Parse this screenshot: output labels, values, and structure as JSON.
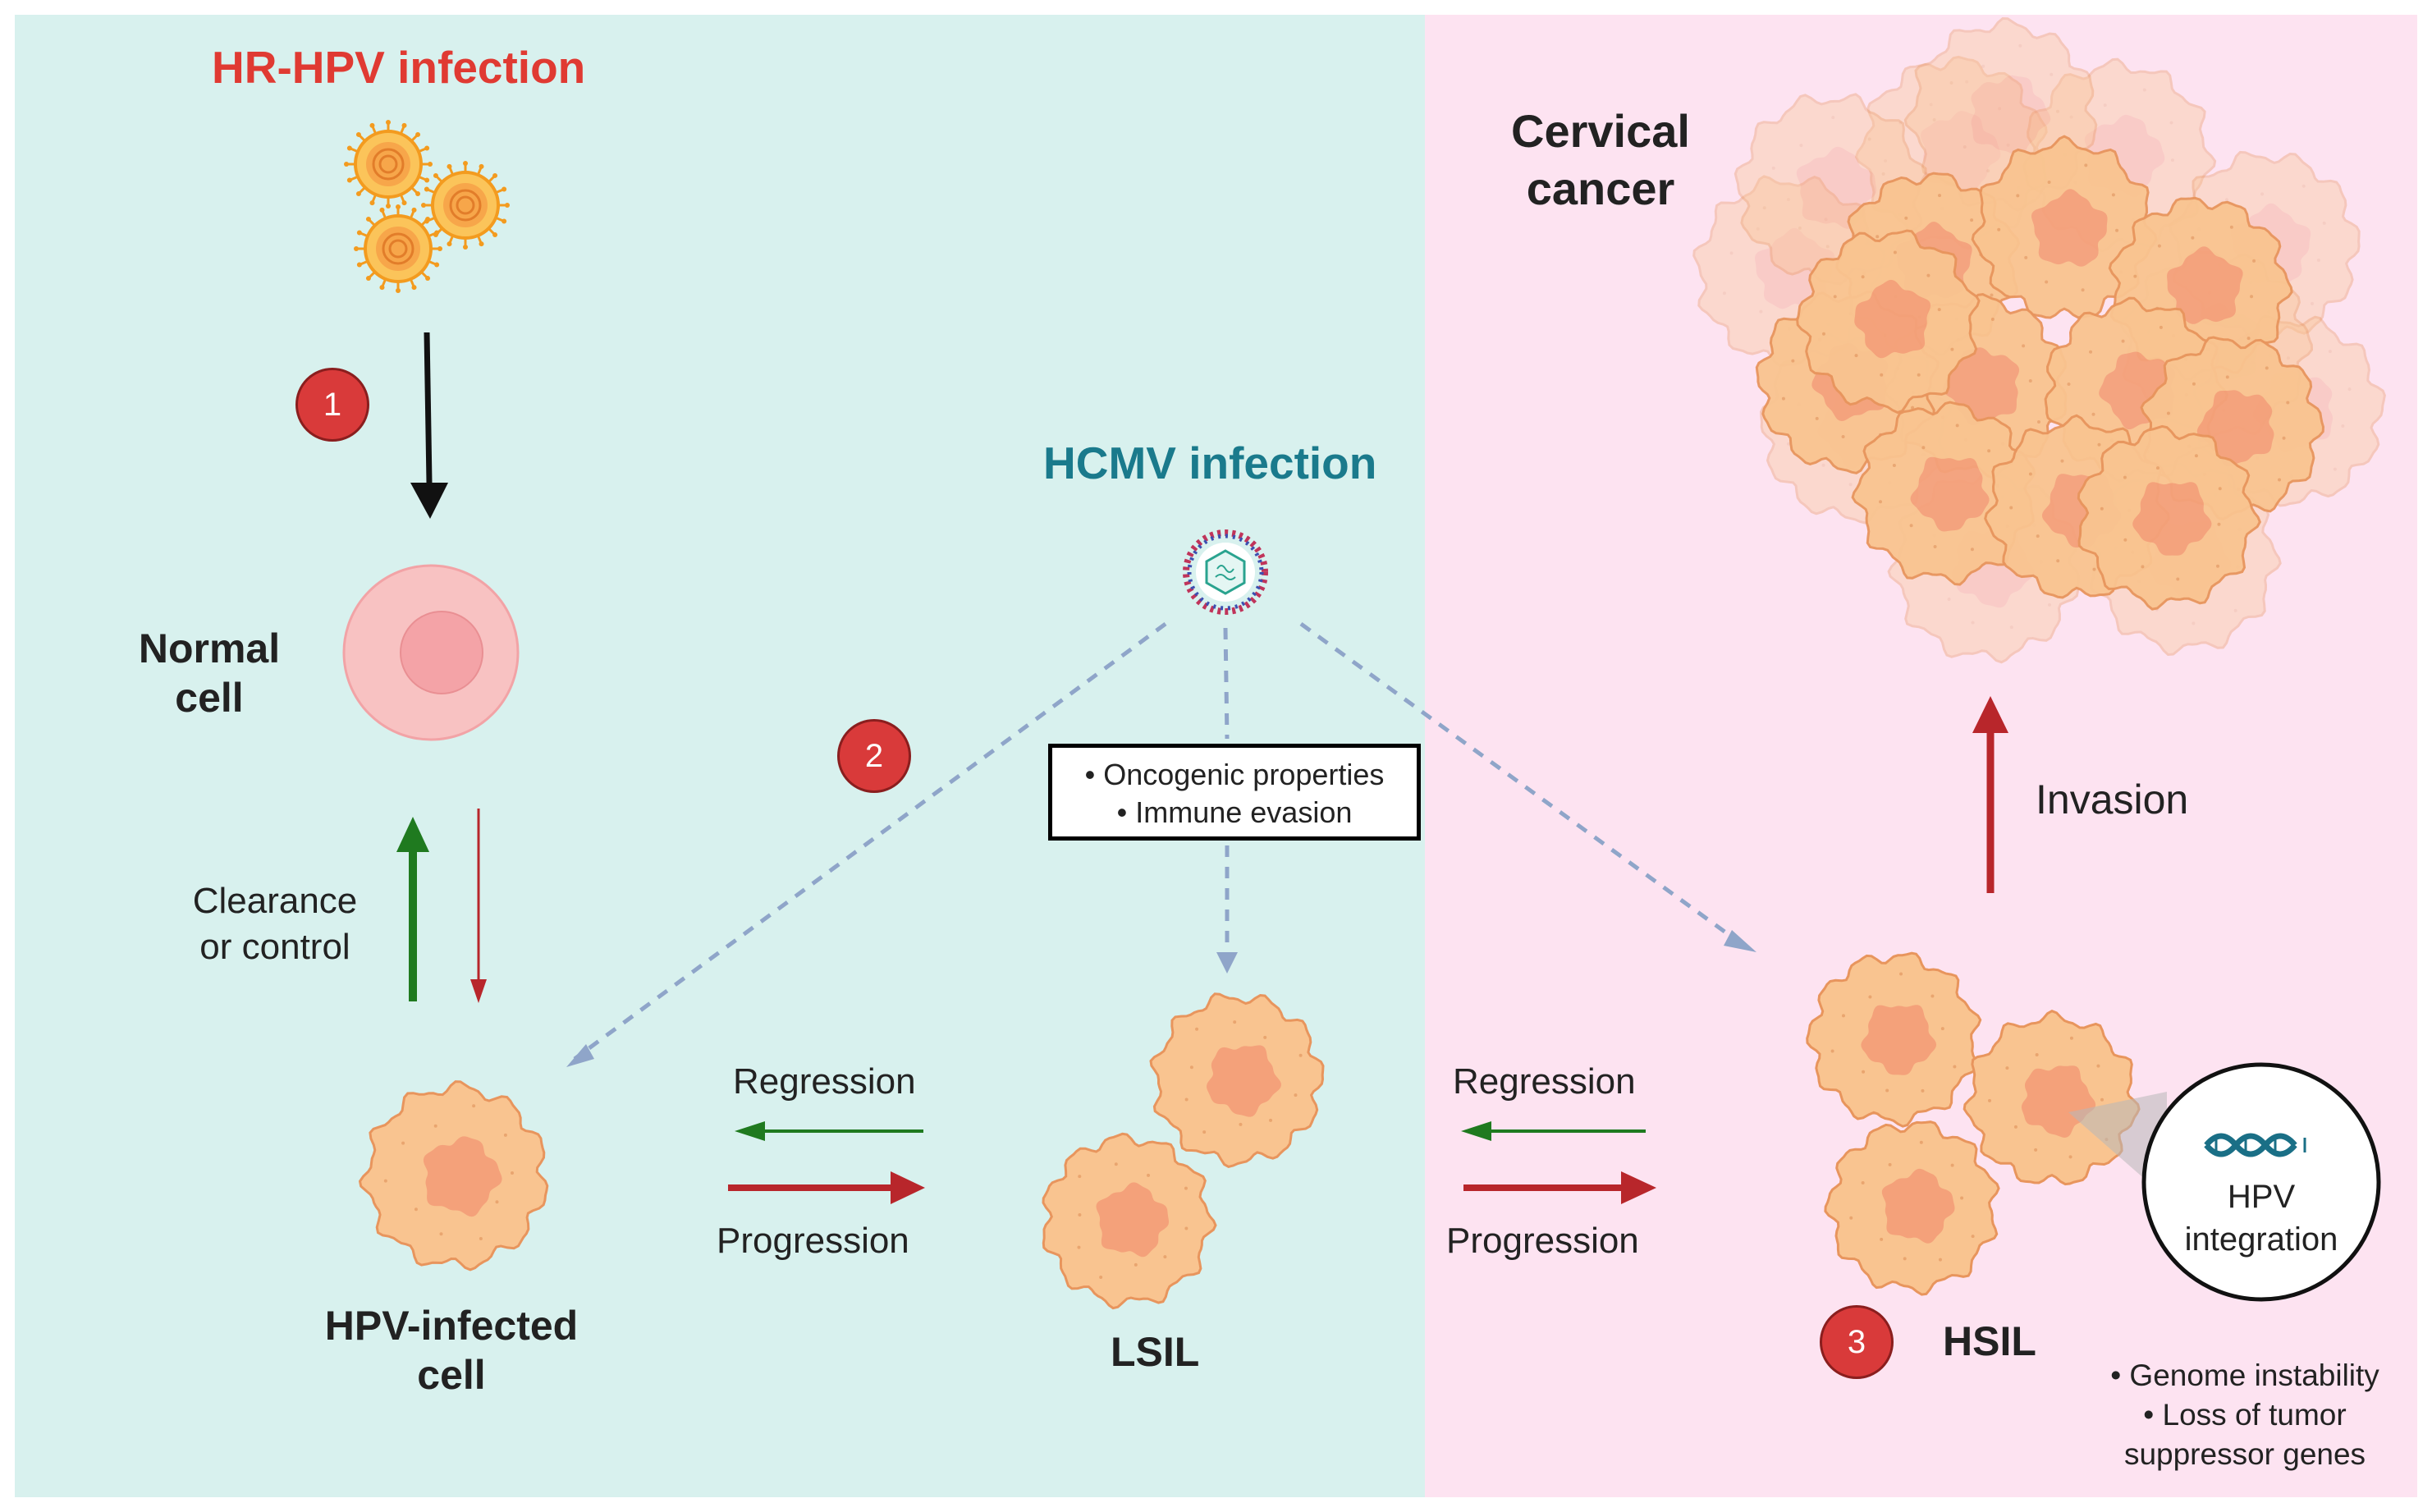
{
  "colors": {
    "teal_bg": "#d8f1ee",
    "pink_bg": "#fde3f1",
    "hpv_red": "#e03a32",
    "hcmv_teal": "#1a7a8c",
    "arrow_green": "#1f7a1f",
    "arrow_red": "#b8262b",
    "dashed_blue": "#8fa5c9",
    "cell_fill": "#f9c490",
    "cell_nucleus": "#f4a17a",
    "step_red": "#d93a3a"
  },
  "labels": {
    "hr_hpv_infection": "HR-HPV infection",
    "hcmv_infection": "HCMV infection",
    "cervical_cancer_line1": "Cervical",
    "cervical_cancer_line2": "cancer",
    "normal_cell_line1": "Normal",
    "normal_cell_line2": "cell",
    "clearance_line1": "Clearance",
    "clearance_line2": "or control",
    "hpv_infected_line1": "HPV-infected",
    "hpv_infected_line2": "cell",
    "lsil": "LSIL",
    "hsil": "HSIL",
    "regression_1": "Regression",
    "progression_1": "Progression",
    "regression_2": "Regression",
    "progression_2": "Progression",
    "invasion": "Invasion",
    "hpv_integration_line1": "HPV",
    "hpv_integration_line2": "integration"
  },
  "hcmv_effects": {
    "line1": "• Oncogenic properties",
    "line2": "• Immune evasion"
  },
  "hsil_effects": {
    "line1": "• Genome instability",
    "line2": "• Loss of tumor",
    "line3": "suppressor genes"
  },
  "steps": {
    "step1": "1",
    "step2": "2",
    "step3": "3"
  }
}
